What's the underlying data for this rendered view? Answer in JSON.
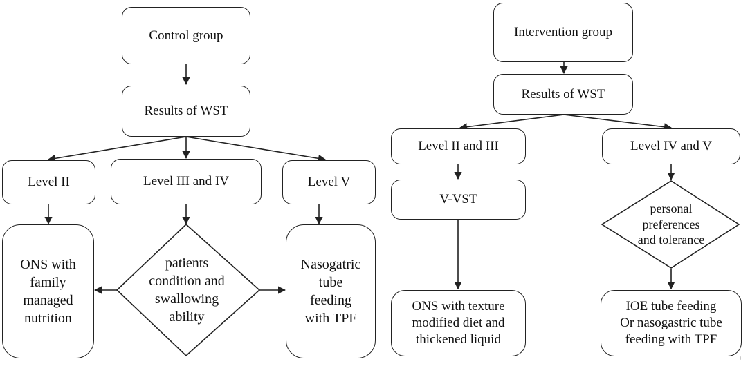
{
  "control": {
    "group": "Control group",
    "wst": "Results of WST",
    "level2": "Level II",
    "level34": "Level III and IV",
    "level5": "Level V",
    "ons": "ONS with\nfamily\nmanaged\nnutrition",
    "decision": "patients\ncondition and\nswallowing\nability",
    "nasogastric": "Nasogatric\ntube\nfeeding\nwith TPF"
  },
  "intervention": {
    "group": "Intervention group",
    "wst": "Results of WST",
    "level23": "Level II and III",
    "level45": "Level IV and V",
    "vvst": "V-VST",
    "decision": "personal\npreferences\nand tolerance",
    "ons_texture": "ONS with texture\nmodified diet and\nthickened liquid",
    "ioe": "IOE tube feeding\nOr nasogastric tube\nfeeding with TPF"
  },
  "corner_mark": "‹"
}
